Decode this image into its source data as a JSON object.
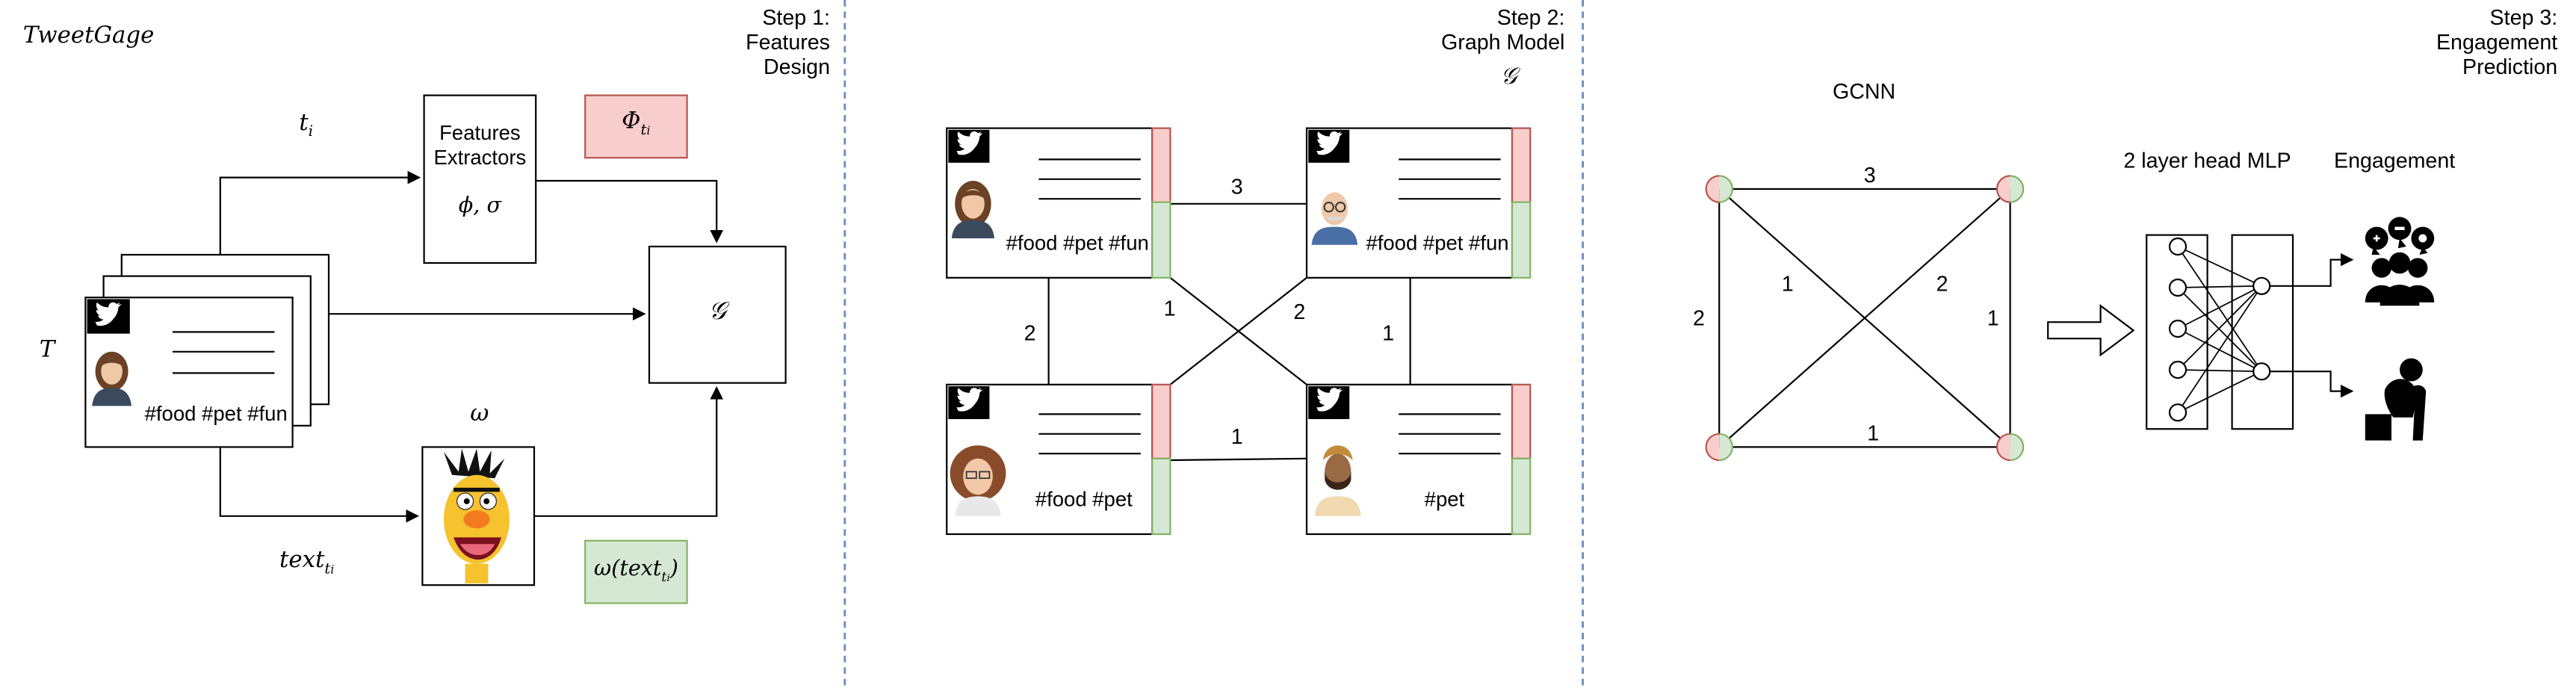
{
  "header": {
    "brand": "TweetGage"
  },
  "steps": {
    "step1": [
      "Step 1:",
      "Features",
      "Design"
    ],
    "step2": [
      "Step 2:",
      "Graph Model"
    ],
    "step3": [
      "Step 3:",
      "Engagement",
      "Prediction"
    ]
  },
  "panel1": {
    "t_i": "t",
    "t_i_sub": "i",
    "T": "T",
    "features_box": [
      "Features",
      "Extractors"
    ],
    "phi_sigma": "ϕ, σ",
    "phi_box": "Φ",
    "phi_sub": "t",
    "phi_subsub": "i",
    "graph_symbol": "𝒢",
    "omega": "ω",
    "text_ti": "text",
    "text_sub": "t",
    "text_subsub": "i",
    "omega_box": "ω(text",
    "omega_box_sub": "t",
    "omega_box_subsub": "i",
    "omega_box_close": ")",
    "tweet_hashtags": "#food #pet #fun"
  },
  "panel2": {
    "graph_symbol": "𝒢",
    "nodes": [
      {
        "hashtags": "#food #pet #fun"
      },
      {
        "hashtags": "#food #pet #fun"
      },
      {
        "hashtags": "#food #pet"
      },
      {
        "hashtags": "#pet"
      }
    ],
    "edge_weights": {
      "top": "3",
      "left": "2",
      "diag1": "1",
      "diag2": "2",
      "right": "1",
      "bottom": "1"
    }
  },
  "panel3": {
    "gcnn_label": "GCNN",
    "mlp_label": "2 layer head MLP",
    "engagement_label": "Engagement",
    "edge_weights": {
      "top": "3",
      "left": "2",
      "diag1": "1",
      "diag2": "2",
      "right": "1",
      "bottom": "1"
    }
  },
  "colors": {
    "red_fill": "#f8cecc",
    "red_stroke": "#b85450",
    "green_fill": "#d5e8d4",
    "green_stroke": "#82b366",
    "divider": "#6c8ebf",
    "twitter_bg": "#000000"
  }
}
